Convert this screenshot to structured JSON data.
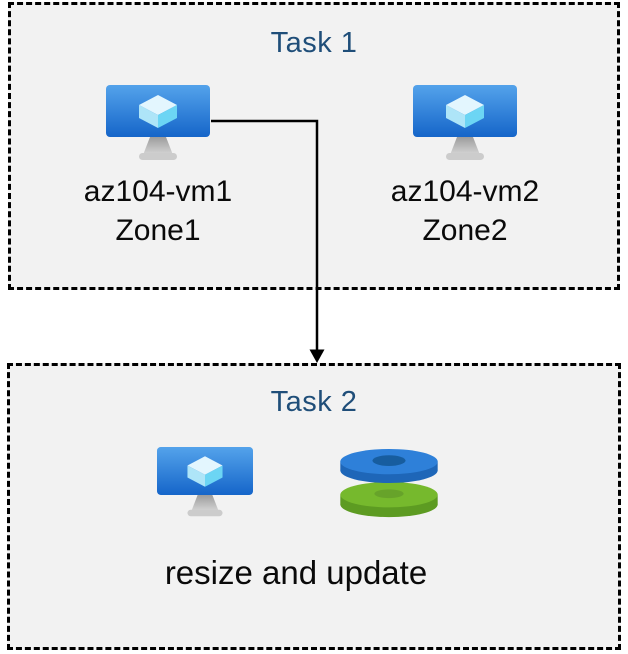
{
  "task1": {
    "title": "Task 1",
    "vms": [
      {
        "name": "az104-vm1",
        "zone": "Zone1"
      },
      {
        "name": "az104-vm2",
        "zone": "Zone2"
      }
    ]
  },
  "task2": {
    "title": "Task 2",
    "caption": "resize and update"
  },
  "icons": {
    "virtual_machine": "azure-virtual-machine-icon",
    "managed_disks": "azure-managed-disks-icon"
  },
  "colors": {
    "title_text": "#1f4e79",
    "body_text": "#0a0a0a",
    "box_background": "#f2f2f2",
    "box_border": "#000000",
    "arrow": "#000000",
    "vm_screen_top": "#54a3eb",
    "vm_screen_bottom": "#1565c9",
    "cube_top": "#e3f6fe",
    "cube_left": "#aee5f8",
    "cube_right": "#6cd5f4",
    "stand_dark": "#9c9c9c",
    "stand_light": "#d6d6d6",
    "disk_blue_top": "#2e80d9",
    "disk_blue_side": "#1e66b8",
    "disk_blue_hole": "#175d9f",
    "disk_green_top": "#76b92d",
    "disk_green_side": "#5d9b22",
    "disk_green_hole": "#67a32a"
  }
}
